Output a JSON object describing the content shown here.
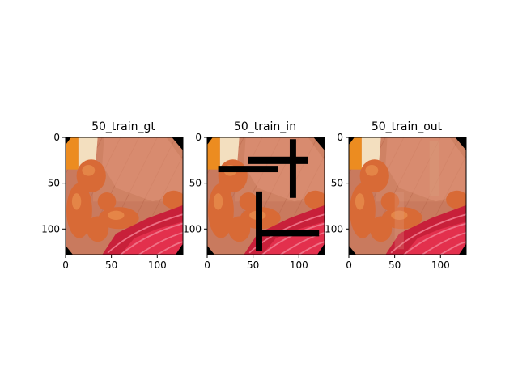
{
  "figure": {
    "background": "#ffffff"
  },
  "chart_data": [
    {
      "type": "heatmap",
      "title": "50_train_gt",
      "xlabel": "",
      "ylabel": "",
      "xlim": [
        0,
        128
      ],
      "ylim": [
        128,
        0
      ],
      "xticks": [
        0,
        50,
        100
      ],
      "yticks": [
        0,
        50,
        100
      ],
      "image_content": "ground-truth food photo (salmon/meat)",
      "occlusion_rects": []
    },
    {
      "type": "heatmap",
      "title": "50_train_in",
      "xlabel": "",
      "ylabel": "",
      "xlim": [
        0,
        128
      ],
      "ylim": [
        128,
        0
      ],
      "xticks": [
        0,
        50,
        100
      ],
      "yticks": [
        0,
        50,
        100
      ],
      "image_content": "same photo with black masking strokes",
      "occlusion_rects": [
        {
          "x0": 90,
          "x1": 97,
          "y0": 2,
          "y1": 66
        },
        {
          "x0": 45,
          "x1": 110,
          "y0": 21,
          "y1": 29
        },
        {
          "x0": 12,
          "x1": 77,
          "y0": 31,
          "y1": 38
        },
        {
          "x0": 53,
          "x1": 60,
          "y0": 59,
          "y1": 124
        },
        {
          "x0": 57,
          "x1": 122,
          "y0": 101,
          "y1": 108
        }
      ]
    },
    {
      "type": "heatmap",
      "title": "50_train_out",
      "xlabel": "",
      "ylabel": "",
      "xlim": [
        0,
        128
      ],
      "ylim": [
        128,
        0
      ],
      "xticks": [
        0,
        50,
        100
      ],
      "yticks": [
        0,
        50,
        100
      ],
      "image_content": "inpainted reconstruction",
      "occlusion_rects": []
    }
  ],
  "colors": {
    "corner": "#000000",
    "orange": "#ec8c20",
    "cream": "#f3dfbf",
    "salmon_bg": "#c97a5e",
    "salmon_light": "#e09478",
    "fried": "#d86a36",
    "red_meat": "#c8203a",
    "red_bright": "#e3304d",
    "stripe": "#f17a8e",
    "mask": "#000000"
  }
}
